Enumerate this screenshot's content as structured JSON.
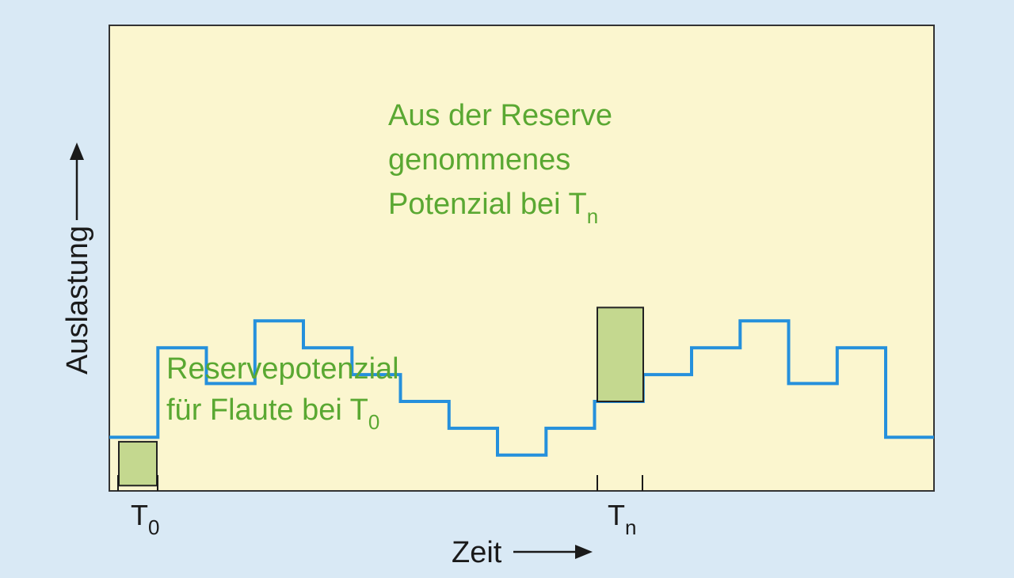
{
  "chart_data": {
    "type": "line",
    "step": true,
    "ylabel": "Auslastung",
    "xlabel": "Zeit",
    "x_ticks": [
      {
        "base": "T",
        "sub": "0",
        "index": 1
      },
      {
        "base": "T",
        "sub": "n",
        "index": 10
      }
    ],
    "series": [
      {
        "levels": [
          6,
          16,
          12,
          19,
          16,
          13,
          10,
          7,
          4,
          7,
          10,
          13,
          16,
          19,
          12,
          16,
          6
        ]
      }
    ],
    "annotations": [
      {
        "lines": [
          "Reservepotenzial",
          "für Flaute bei T"
        ],
        "sub": "0",
        "bar_bottom": 0.6,
        "bar_top": 5.5
      },
      {
        "lines": [
          "Aus der Reserve",
          "genommenes",
          "Potenzial bei T"
        ],
        "sub": "n",
        "bar_bottom": 10,
        "bar_top": 20.5
      }
    ],
    "colors": {
      "plot_background": "#fbf6cf",
      "page_background": "#d9e9f5",
      "line": "#2590dc",
      "bar_fill": "#c4d88f",
      "annotation_text": "#5aa832"
    },
    "grid": false
  }
}
